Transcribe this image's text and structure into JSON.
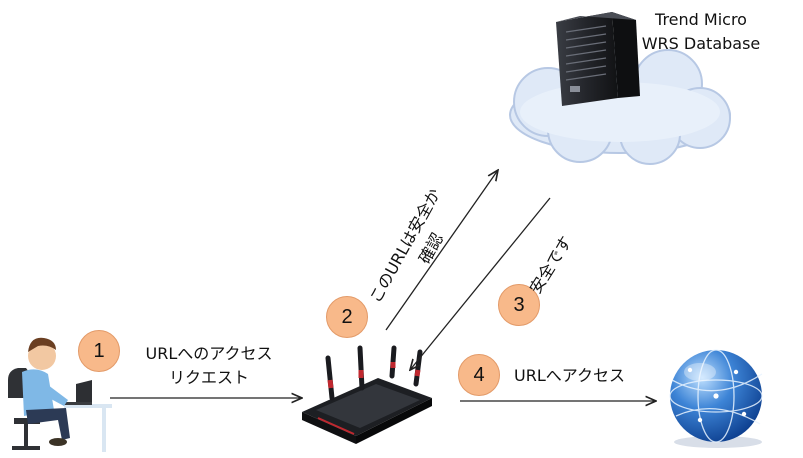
{
  "database": {
    "label_line1": "Trend Micro",
    "label_line2": "WRS Database"
  },
  "steps": [
    {
      "number": "1",
      "label_line1": "URLへのアクセス",
      "label_line2": "リクエスト"
    },
    {
      "number": "2",
      "label_line1": "このURLは安全か",
      "label_line2": "確認"
    },
    {
      "number": "3",
      "label_line1": "安全です"
    },
    {
      "number": "4",
      "label_line1": "URLへアクセス"
    }
  ],
  "colors": {
    "badge_fill": "#f8b98a",
    "badge_border": "#e39a68",
    "cloud": "#dde7f5",
    "globe": "#2f6fc6",
    "router": "#2a2d33",
    "router_accent": "#c0282f"
  },
  "icons": {
    "user": "person-at-laptop-icon",
    "router": "router-icon",
    "server": "server-tower-icon",
    "cloud": "cloud-icon",
    "internet": "globe-icon"
  }
}
